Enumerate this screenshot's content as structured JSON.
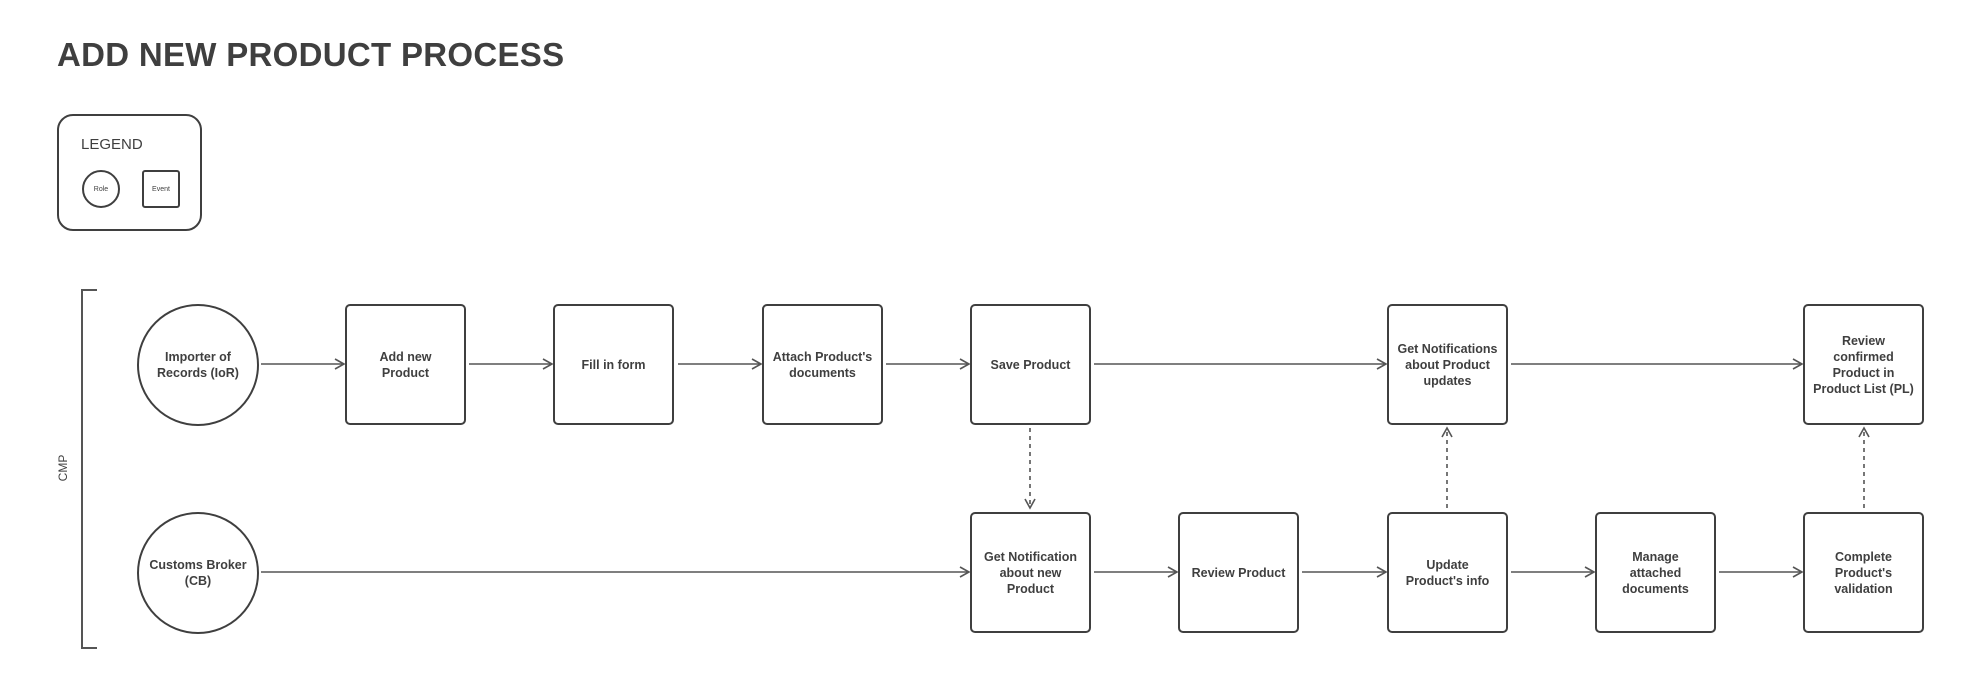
{
  "title": "ADD NEW PRODUCT PROCESS",
  "legend": {
    "title": "LEGEND",
    "role": "Role",
    "event": "Event"
  },
  "lane_label": "CMP",
  "nodes": {
    "importer": "Importer of Records (IoR)",
    "add_new_product": "Add new Product",
    "fill_in_form": "Fill in form",
    "attach_documents": "Attach Product's documents",
    "save_product": "Save Product",
    "get_notifications_updates": "Get Notifications about Product updates",
    "review_confirmed": "Review confirmed Product in Product List (PL)",
    "customs_broker": "Customs Broker (CB)",
    "get_notification_new": "Get Notification about new Product",
    "review_product": "Review Product",
    "update_info": "Update Product's info",
    "manage_documents": "Manage attached documents",
    "complete_validation": "Complete Product's validation"
  },
  "colors": {
    "stroke": "#3f3f3f",
    "background": "#ffffff"
  }
}
